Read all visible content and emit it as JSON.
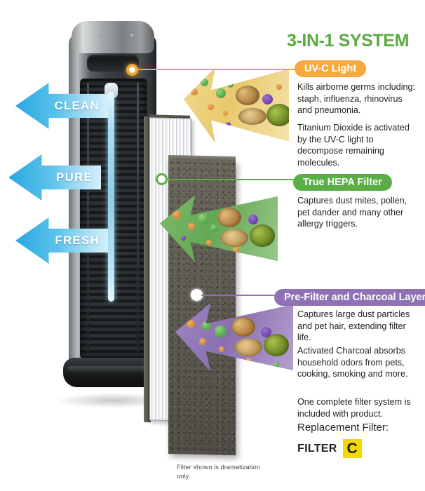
{
  "headline": "3-IN-1 SYSTEM",
  "flow_arrows": [
    {
      "label": "CLEAN"
    },
    {
      "label": "PURE"
    },
    {
      "label": "FRESH"
    }
  ],
  "sections": [
    {
      "id": "uv-c-light",
      "pill_label": "UV-C Light",
      "color": "#F5A93F",
      "paragraphs": [
        "Kills airborne germs including: staph, influenza, rhinovirus and pneumonia.",
        "Titanium Dioxide is activated by the UV-C light to decompose remaining molecules."
      ]
    },
    {
      "id": "true-hepa-filter",
      "pill_label": "True HEPA Filter",
      "color": "#5BAD46",
      "paragraphs": [
        "Captures dust mites, pollen, pet dander and many other allergy triggers."
      ]
    },
    {
      "id": "pre-filter-and-charcoal-layer",
      "pill_label": "Pre-Filter and Charcoal Layer",
      "color": "#8E72B5",
      "paragraphs": [
        "Captures large dust particles and pet hair, extending filter life.",
        "Activated Charcoal absorbs household odors from pets, cooking, smoking and more."
      ]
    }
  ],
  "footer": {
    "included_note": "One complete filter system is included with product.",
    "replacement_label": "Replacement Filter:",
    "filter_word": "FILTER",
    "filter_code": "C",
    "disclaimer": "Filter shown is dramatization only."
  },
  "colors": {
    "headline_green": "#5AAB3F",
    "arrow_blue": "#28A8E0",
    "filter_chip_yellow": "#F5D800"
  }
}
